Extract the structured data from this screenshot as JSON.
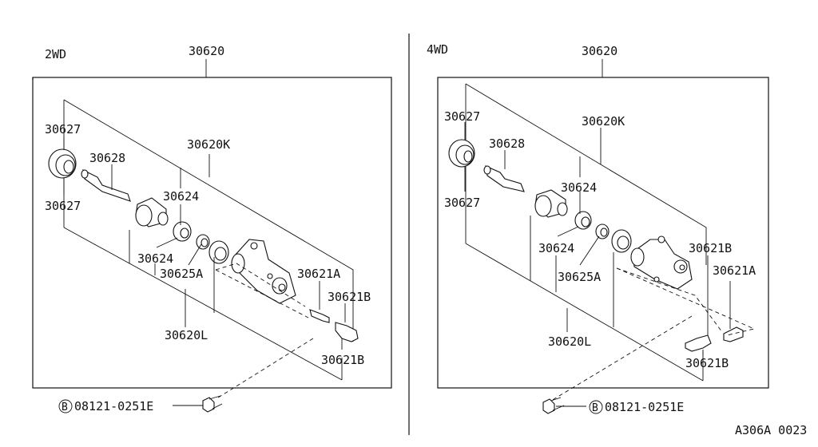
{
  "panels": {
    "left": {
      "title": "2WD",
      "assembly": "30620",
      "labels": {
        "p30627_top": "30627",
        "p30628": "30628",
        "p30627_bottom": "30627",
        "p30620k": "30620K",
        "p30624_top": "30624",
        "p30624_bottom": "30624",
        "p30625a": "30625A",
        "p30620l": "30620L",
        "p30621a": "30621A",
        "p30621b_top": "30621B",
        "p30621b_bottom": "30621B"
      },
      "bolt_marker": "B",
      "bolt": "08121-0251E"
    },
    "right": {
      "title": "4WD",
      "assembly": "30620",
      "labels": {
        "p30627_top": "30627",
        "p30628": "30628",
        "p30627_bottom": "30627",
        "p30620k": "30620K",
        "p30624_top": "30624",
        "p30624_bottom": "30624",
        "p30625a": "30625A",
        "p30620l": "30620L",
        "p30621a": "30621A",
        "p30621b_top": "30621B",
        "p30621b_bottom": "30621B"
      },
      "bolt_marker": "B",
      "bolt": "08121-0251E"
    }
  },
  "figure_code": "A306A 0023"
}
